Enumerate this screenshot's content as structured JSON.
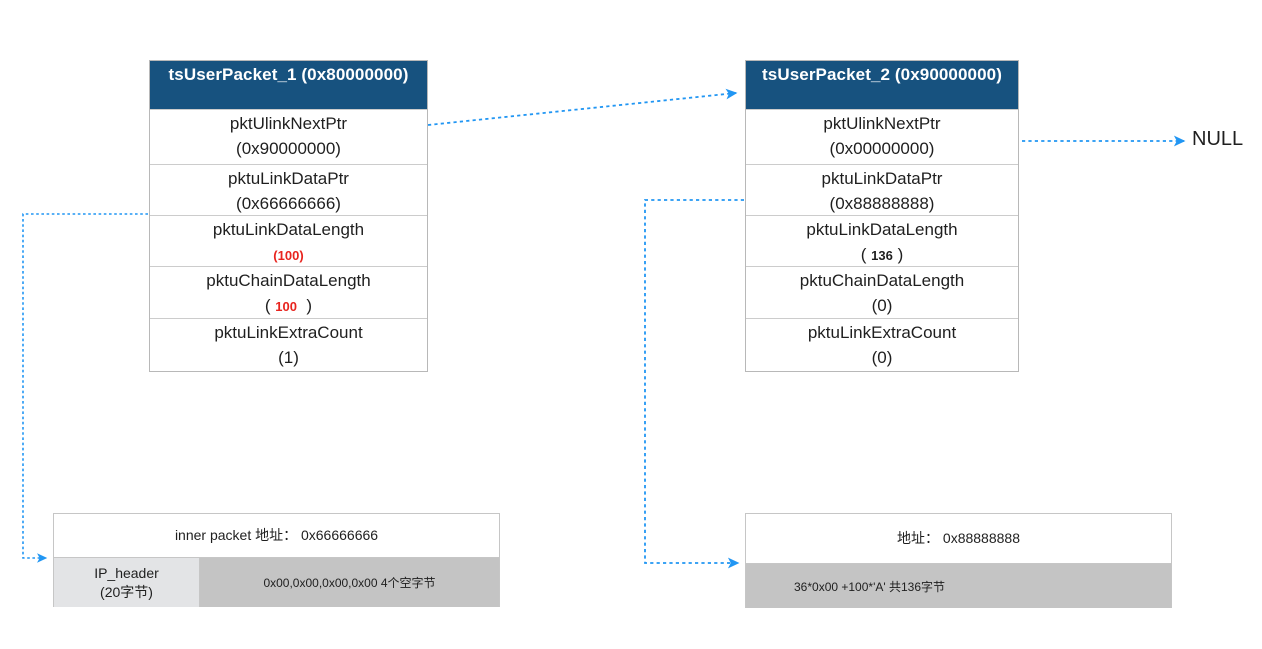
{
  "diagram": {
    "title_semantic": "tsUserPacket linked-list chain memory layout",
    "accent_header_color": "#17527f",
    "arrow_color": "#2196f3",
    "highlight_color": "#e8241e"
  },
  "structs": [
    {
      "id": "packet1",
      "header_name": "tsUserPacket_1",
      "header_addr": "(0x80000000)",
      "rows": [
        {
          "field": "pktUlinkNextPtr",
          "value": "(0x90000000)",
          "value_style": "normal"
        },
        {
          "field": "pktuLinkDataPtr",
          "value": "(0x66666666)",
          "value_style": "normal"
        },
        {
          "field": "pktuLinkDataLength",
          "value": "100",
          "value_style": "red",
          "open": "(",
          "close": ")"
        },
        {
          "field": "pktuChainDataLength",
          "value": "100",
          "value_style": "red",
          "open": "( ",
          "close": "  )"
        },
        {
          "field": "pktuLinkExtraCount",
          "value": "(1)",
          "value_style": "normal"
        }
      ]
    },
    {
      "id": "packet2",
      "header_name": "tsUserPacket_2",
      "header_addr": "(0x90000000)",
      "rows": [
        {
          "field": "pktUlinkNextPtr",
          "value": "(0x00000000)",
          "value_style": "normal"
        },
        {
          "field": "pktuLinkDataPtr",
          "value": "(0x88888888)",
          "value_style": "normal"
        },
        {
          "field": "pktuLinkDataLength",
          "value": "136",
          "value_style": "small",
          "open": "( ",
          "close": " )"
        },
        {
          "field": "pktuChainDataLength",
          "value": "(0)",
          "value_style": "normal"
        },
        {
          "field": "pktuLinkExtraCount",
          "value": "(0)",
          "value_style": "normal"
        }
      ]
    }
  ],
  "buffers": [
    {
      "id": "buffer1",
      "address_label": "inner packet 地址： 0x66666666",
      "header_segment": {
        "line1": "IP_header",
        "line2": "(20字节)"
      },
      "body_text": "0x00,0x00,0x00,0x00 4个空字节"
    },
    {
      "id": "buffer2",
      "address_label": "地址： 0x88888888",
      "header_segment": null,
      "body_text": "36*0x00 +100*'A' 共136字节"
    }
  ],
  "labels": {
    "null_terminator": "NULL"
  },
  "connectors": [
    {
      "name": "next-ptr-packet1-to-packet2",
      "from": "packet1.pktUlinkNextPtr",
      "to": "packet2.header"
    },
    {
      "name": "next-ptr-packet2-to-null",
      "from": "packet2.pktUlinkNextPtr",
      "to": "NULL"
    },
    {
      "name": "data-ptr-packet1-to-buffer1",
      "from": "packet1.pktuLinkDataPtr",
      "to": "buffer1"
    },
    {
      "name": "data-ptr-packet2-to-buffer2",
      "from": "packet2.pktuLinkDataPtr",
      "to": "buffer2"
    }
  ]
}
